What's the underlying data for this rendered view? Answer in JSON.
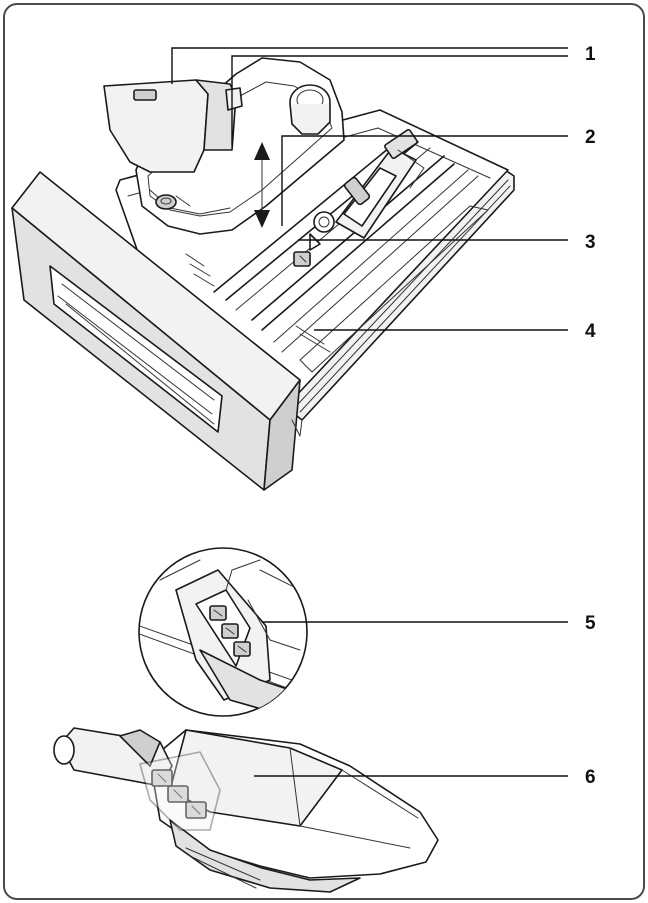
{
  "callouts": [
    {
      "id": "1",
      "label": "1"
    },
    {
      "id": "2",
      "label": "2"
    },
    {
      "id": "3",
      "label": "3"
    },
    {
      "id": "4",
      "label": "4"
    },
    {
      "id": "5",
      "label": "5"
    },
    {
      "id": "6",
      "label": "6"
    }
  ],
  "icons": {
    "drawer": "detergent-drawer-illustration",
    "detail": "siphon-clip-detail-illustration",
    "insert": "liquid-detergent-insert-illustration"
  },
  "colors": {
    "line": "#1a1a1a",
    "frame": "#4a4a4a",
    "background": "#ffffff"
  }
}
